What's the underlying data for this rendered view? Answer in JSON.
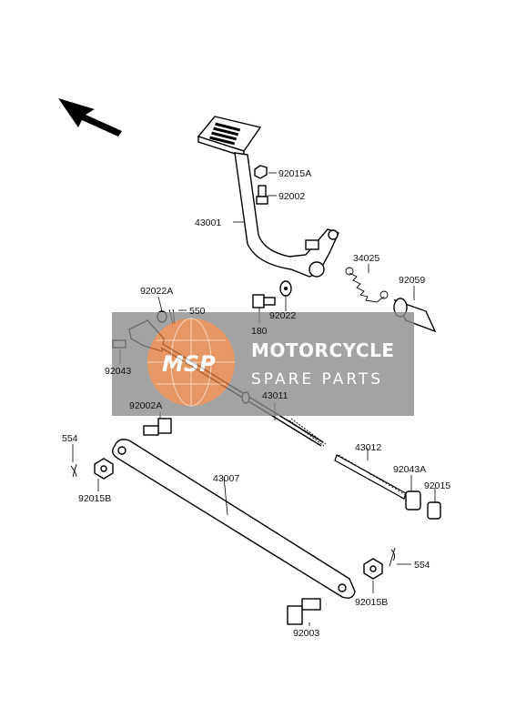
{
  "diagram": {
    "labels": {
      "p43001": "43001",
      "p92015A": "92015A",
      "p92002": "92002",
      "p34025": "34025",
      "p92059": "92059",
      "p92022A": "92022A",
      "p550": "550",
      "p180": "180",
      "p92022": "92022",
      "p92043": "92043",
      "p43011": "43011",
      "p92002A": "92002A",
      "p554_left": "554",
      "p92015B_left": "92015B",
      "p43007": "43007",
      "p43012": "43012",
      "p92043A": "92043A",
      "p92015": "92015",
      "p554_right": "554",
      "p92015B_right": "92015B",
      "p92003": "92003"
    },
    "watermark": {
      "logo": "MSP",
      "title": "MOTORCYCLE",
      "subtitle": "SPARE PARTS"
    },
    "colors": {
      "line": "#000000",
      "watermark_band": "#8a8a8a",
      "watermark_globe": "#e07b39"
    }
  }
}
